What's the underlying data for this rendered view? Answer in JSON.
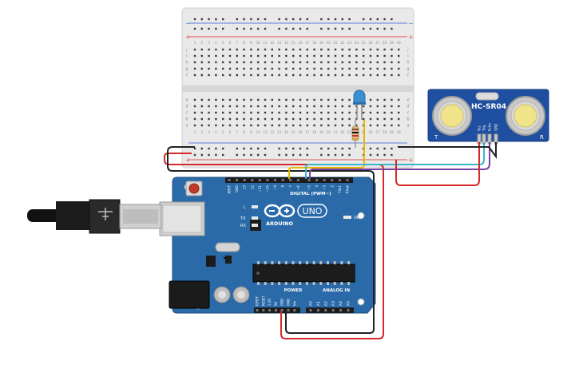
{
  "arduino": {
    "brand": "ARDUINO",
    "model": "UNO",
    "digital_label": "DIGITAL (PWM~)",
    "power_label": "POWER",
    "analog_label": "ANALOG IN",
    "on_label": "ON",
    "l_label": "L",
    "tx_label": "TX",
    "rx_label": "RX",
    "digital_pins": [
      "AREF",
      "GND",
      "13",
      "12",
      "~11",
      "~10",
      "~9",
      "8",
      "7",
      "~6",
      "~5",
      "4",
      "~3",
      "2",
      "TX▸1",
      "RX◂0"
    ],
    "power_pins": [
      "IOREF",
      "RESET",
      "3.3V",
      "5V",
      "GND",
      "GND",
      "Vin"
    ],
    "analog_pins": [
      "A0",
      "A1",
      "A2",
      "A3",
      "A4",
      "A5"
    ]
  },
  "sensor": {
    "name": "HC-SR04",
    "pins": [
      "Vcc",
      "Trig",
      "Echo",
      "GND"
    ],
    "left_mark": "T",
    "right_mark": "R"
  },
  "breadboard": {
    "column_numbers": [
      "1",
      "2",
      "3",
      "4",
      "5",
      "6",
      "7",
      "8",
      "9",
      "10",
      "11",
      "12",
      "13",
      "14",
      "15",
      "16",
      "17",
      "18",
      "19",
      "20",
      "21",
      "22",
      "23",
      "24",
      "25",
      "26",
      "27",
      "28",
      "29",
      "30"
    ],
    "row_letters_top": [
      "j",
      "i",
      "h",
      "g",
      "f"
    ],
    "row_letters_bottom": [
      "e",
      "d",
      "c",
      "b",
      "a"
    ],
    "plus": "+",
    "minus": "−"
  },
  "colors": {
    "board": "#2a6aa8",
    "board_dark": "#1d4f80",
    "sensor_board": "#1f4fa0",
    "wire_red": "#d42a2a",
    "wire_black": "#222222",
    "wire_yellow": "#e6b800",
    "wire_cyan": "#39b7c8",
    "wire_purple": "#7a3fa6",
    "led": "#3a8fd0"
  }
}
